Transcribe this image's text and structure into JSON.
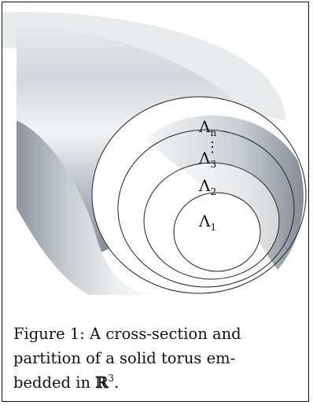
{
  "figure": {
    "labels": {
      "lambda_symbol": "Λ",
      "outer_sub": "n",
      "third_sub": "3",
      "second_sub": "2",
      "first_sub": "1",
      "dots": "⋮"
    },
    "caption": {
      "line1": "Figure 1: A cross-section and",
      "line2": "partition of a solid torus em-",
      "line3_prefix": "bedded in ",
      "line3_space": "ℝ",
      "line3_sup": "3",
      "line3_suffix": "."
    }
  },
  "colors": {
    "torus_dark": "#7d858e",
    "torus_light": "#f4f6f8",
    "outline": "#222222"
  }
}
